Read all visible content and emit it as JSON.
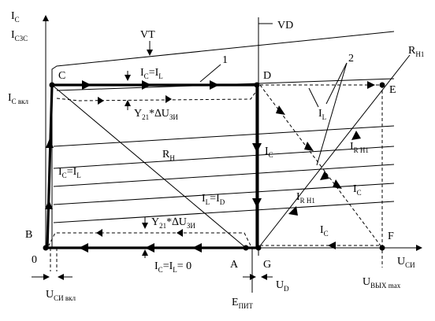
{
  "points": {
    "A": "A",
    "B": "B",
    "C": "C",
    "D": "D",
    "E": "E",
    "F": "F",
    "G": "G",
    "origin": "0"
  },
  "axes": {
    "y_main": "I",
    "y_main_sub": "C",
    "y_alt": "I",
    "y_alt_sub": "C3C",
    "x_main": "U",
    "x_main_sub": "CИ"
  },
  "curve_labels": {
    "vt": "VT",
    "vd": "VD",
    "rh1": "R",
    "rh1_sub": "H1",
    "rh": "R",
    "rh_sub": "H",
    "num1": "1",
    "num2": "2"
  },
  "annotations": {
    "ic_on": "I",
    "ic_on_sub": "C вкл",
    "ic_eq_il_top": "I",
    "ic_eq_il_top_b": "=I",
    "ic_eq_il_top_s1": "C",
    "ic_eq_il_top_s2": "L",
    "ic_eq_il_left": "I",
    "ic_eq_il_left_b": "=I",
    "ic_eq_il_left_s1": "C",
    "ic_eq_il_left_s2": "L",
    "y21_top": "Y",
    "y21_top_sub": "21",
    "y21_top_rest": "*∆U",
    "y21_top_rest_sub": "ЗИ",
    "y21_bottom": "Y",
    "y21_bottom_sub": "21",
    "y21_bottom_rest": "*∆U",
    "y21_bottom_rest_sub": "ЗИ",
    "il_right": "I",
    "il_right_sub": "L",
    "irh1_upper": "I",
    "irh1_upper_sub": "R H1",
    "irh1_lower": "I",
    "irh1_lower_sub": "R H1",
    "ic_mid": "I",
    "ic_mid_sub": "C",
    "ic_right": "I",
    "ic_right_sub": "C",
    "ic_bottom": "I",
    "ic_bottom_sub": "C",
    "il_eq_id": "I",
    "il_eq_id_b": "=I",
    "il_eq_id_s1": "L",
    "il_eq_id_s2": "D",
    "zero_line": "I",
    "zero_line_b": "=I",
    "zero_line_s1": "C",
    "zero_line_s2": "L",
    "zero_line_c": "= 0",
    "ud": "U",
    "ud_sub": "D",
    "e_pit": "E",
    "e_pit_sub": "ПИТ",
    "u_si_on": "U",
    "u_si_on_sub": "CИ вкл",
    "u_out_max": "U",
    "u_out_max_sub": "ВЫХ max"
  }
}
